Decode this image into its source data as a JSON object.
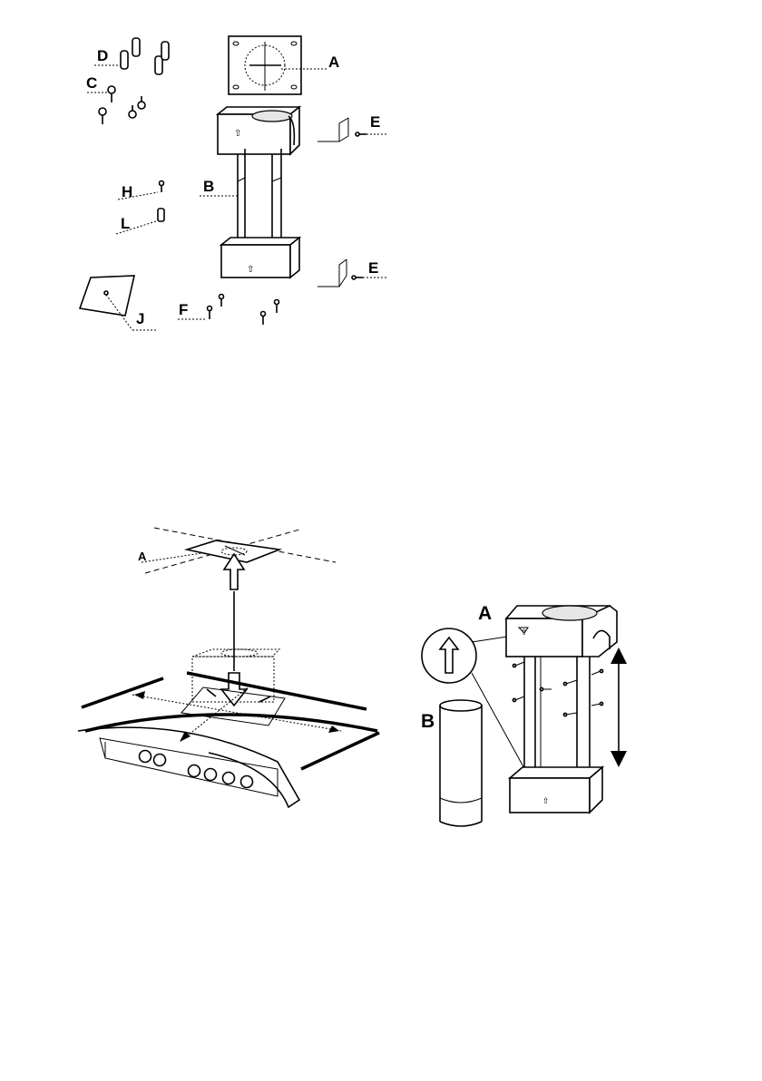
{
  "figure1": {
    "labels": {
      "A": "A",
      "B": "B",
      "C": "C",
      "D": "D",
      "E_top": "E",
      "E_bottom": "E",
      "F": "F",
      "H": "H",
      "J": "J",
      "L": "L"
    }
  },
  "figure2": {
    "labels": {
      "A": "A"
    }
  },
  "figure3": {
    "labels": {
      "A": "A",
      "B": "B"
    }
  }
}
